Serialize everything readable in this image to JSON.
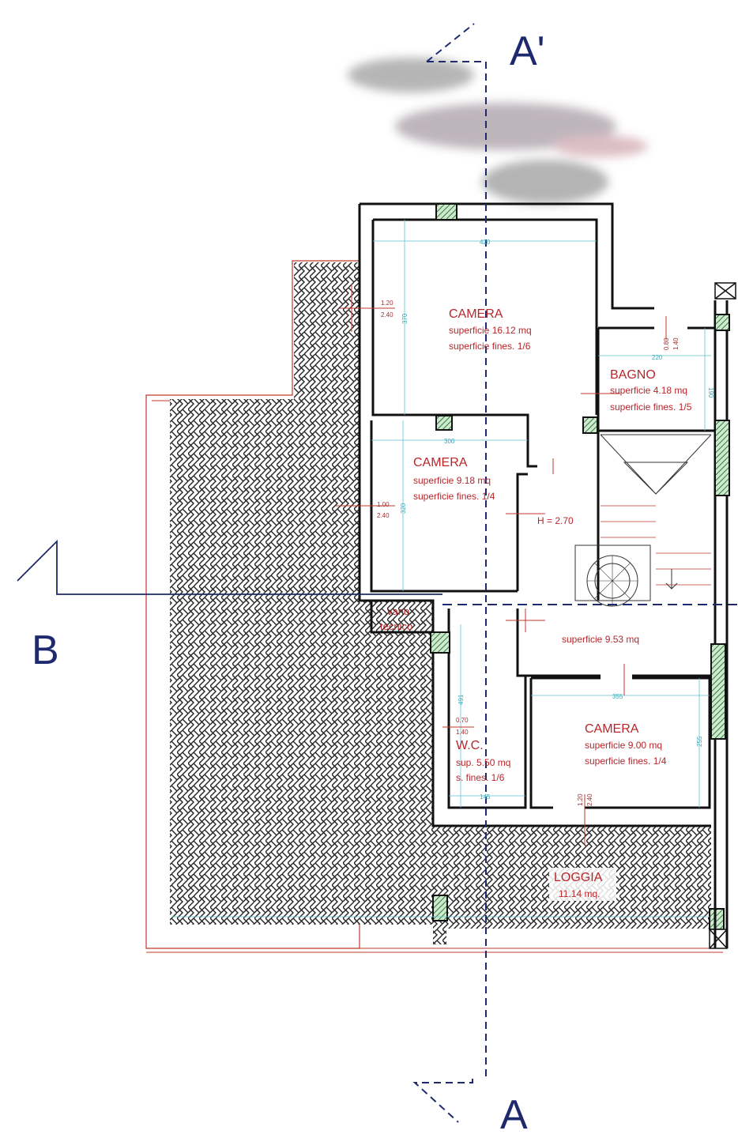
{
  "section_markers": {
    "a_top": "A'",
    "a_bottom": "A",
    "b_left": "B"
  },
  "rooms": {
    "camera1": {
      "name": "CAMERA",
      "area": "superficie  16.12 mq",
      "window_ratio": "superficie fines. 1/6",
      "dim_w": "420",
      "dim_h": "370",
      "window_w": "1.20",
      "window_h": "2.40"
    },
    "bagno": {
      "name": "BAGNO",
      "area": "superficie  4.18 mq",
      "window_ratio": "superficie fines. 1/5",
      "dim_w": "220",
      "dim_h": "190",
      "window_w": "0.80",
      "window_h": "1.40"
    },
    "camera2": {
      "name": "CAMERA",
      "area": "superficie  9.18 mq",
      "window_ratio": "superficie fines. 1/4",
      "dim_w": "300",
      "dim_h": "320",
      "window_w": "1.00",
      "window_h": "2.40"
    },
    "corridor": {
      "height": "H = 2.70",
      "area": "superficie  9.53 mq"
    },
    "vano_tecnico": {
      "line1": "vano",
      "line2": "tecnico"
    },
    "wc": {
      "name": "W.C.",
      "area": "sup.  5.50 mq",
      "window_ratio": "s. fines. 1/6",
      "dim_w": "145",
      "dim_h": "491",
      "window_w": "0.70",
      "window_h": "1.40"
    },
    "camera3": {
      "name": "CAMERA",
      "area": "superficie  9.00 mq",
      "window_ratio": "superficie fines. 1/4",
      "dim_w": "355",
      "dim_h": "255",
      "window_w": "1.20",
      "window_h": "2.40"
    },
    "loggia": {
      "name": "LOGGIA",
      "area": "11.14 mq."
    }
  },
  "colors": {
    "wall": "#111111",
    "label": "#b8262a",
    "section": "#1f2a6e",
    "column": "#3a8a4a",
    "dimension": "#5fc4d4"
  }
}
